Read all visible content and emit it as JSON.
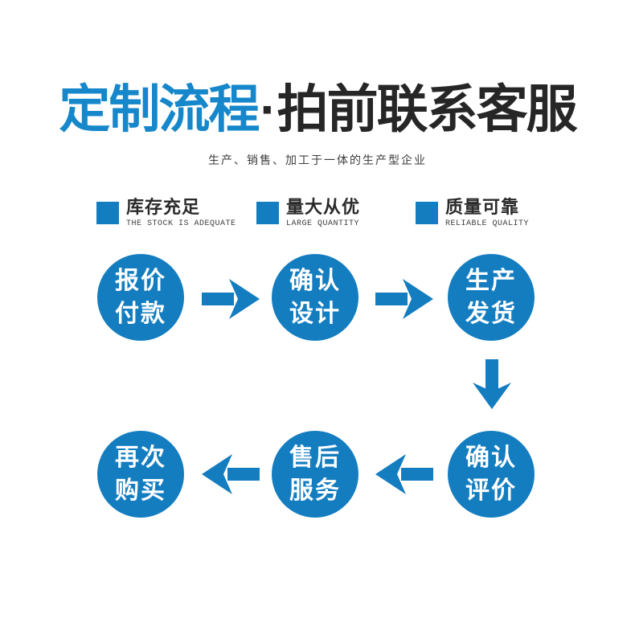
{
  "header": {
    "title_highlight": "定制流程",
    "title_separator": "·",
    "title_rest": "拍前联系客服",
    "subtitle": "生产、销售、加工于一体的生产型企业"
  },
  "features": [
    {
      "cn": "库存充足",
      "en": "THE STOCK IS ADEQUATE"
    },
    {
      "cn": "量大从优",
      "en": "LARGE QUANTITY"
    },
    {
      "cn": "质量可靠",
      "en": "RELIABLE QUALITY"
    }
  ],
  "flow": {
    "row1": [
      {
        "line1": "报价",
        "line2": "付款"
      },
      {
        "line1": "确认",
        "line2": "设计"
      },
      {
        "line1": "生产",
        "line2": "发货"
      }
    ],
    "row2": [
      {
        "line1": "再次",
        "line2": "购买"
      },
      {
        "line1": "售后",
        "line2": "服务"
      },
      {
        "line1": "确认",
        "line2": "评价"
      }
    ]
  },
  "colors": {
    "accent_blue": "#147dc0",
    "title_blue": "#1587ca",
    "title_dark": "#262626",
    "subtext_gray": "#3d3d3d"
  }
}
